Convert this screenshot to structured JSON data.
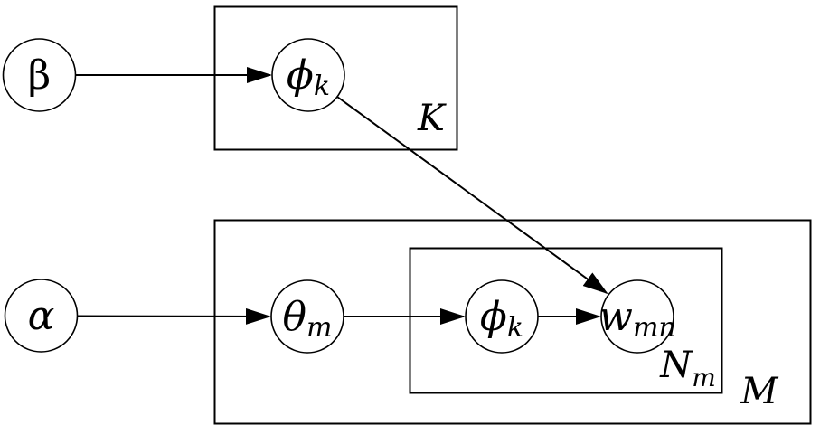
{
  "diagram": {
    "background_color": "#ffffff",
    "line_color": "#000000",
    "nodes": {
      "beta": {
        "symbol": "β",
        "subscript": ""
      },
      "phi_topic": {
        "symbol": "ϕ",
        "subscript": "k"
      },
      "alpha": {
        "symbol": "α",
        "subscript": ""
      },
      "theta": {
        "symbol": "θ",
        "subscript": "m"
      },
      "phi_word": {
        "symbol": "ϕ",
        "subscript": "k"
      },
      "w": {
        "symbol": "w",
        "subscript": "mn"
      }
    },
    "plates": {
      "K": {
        "symbol": "K",
        "subscript": ""
      },
      "Nm": {
        "symbol": "N",
        "subscript": "m"
      },
      "M": {
        "symbol": "M",
        "subscript": ""
      }
    }
  }
}
